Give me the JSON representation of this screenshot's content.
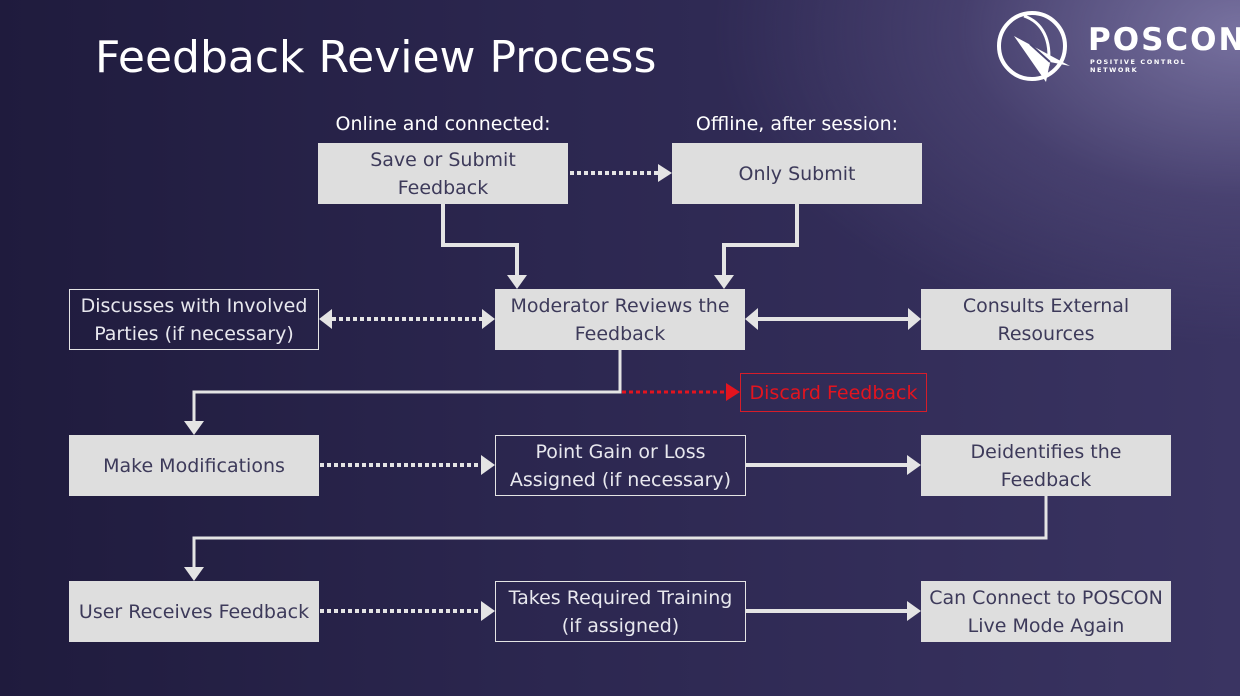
{
  "title": "Feedback Review Process",
  "logo": {
    "icon": "poscon-globe-plane-icon",
    "name": "POSCON",
    "tagline": "POSITIVE CONTROL NETWORK"
  },
  "captions": {
    "online": "Online and connected:",
    "offline": "Offline, after session:"
  },
  "nodes": {
    "save_submit": "Save or Submit Feedback",
    "only_submit": "Only Submit",
    "discusses": "Discusses with Involved Parties (if necessary)",
    "moderator": "Moderator Reviews the Feedback",
    "consults": "Consults External Resources",
    "discard": "Discard Feedback",
    "modifications": "Make Modifications",
    "points": "Point Gain or Loss Assigned (if necessary)",
    "deidentifies": "Deidentifies the Feedback",
    "user_receives": "User Receives Feedback",
    "training": "Takes Required Training (if assigned)",
    "reconnect": "Can Connect to POSCON Live Mode Again"
  },
  "edges": [
    {
      "from": "save_submit",
      "to": "only_submit",
      "style": "dotted"
    },
    {
      "from": "save_submit",
      "to": "moderator",
      "style": "solid"
    },
    {
      "from": "only_submit",
      "to": "moderator",
      "style": "solid"
    },
    {
      "from": "moderator",
      "to": "discusses",
      "style": "dotted",
      "bidirectional": true
    },
    {
      "from": "moderator",
      "to": "consults",
      "style": "solid",
      "bidirectional": true
    },
    {
      "from": "moderator",
      "to": "discard",
      "style": "dotted",
      "color": "red"
    },
    {
      "from": "moderator",
      "to": "modifications",
      "style": "solid"
    },
    {
      "from": "modifications",
      "to": "points",
      "style": "dotted"
    },
    {
      "from": "points",
      "to": "deidentifies",
      "style": "solid"
    },
    {
      "from": "deidentifies",
      "to": "user_receives",
      "style": "solid"
    },
    {
      "from": "user_receives",
      "to": "training",
      "style": "dotted"
    },
    {
      "from": "training",
      "to": "reconnect",
      "style": "solid"
    }
  ],
  "colors": {
    "box_fill": "#dedede",
    "box_text": "#3d3a5a",
    "connector": "#e4e4e4",
    "discard": "#e3141f"
  }
}
